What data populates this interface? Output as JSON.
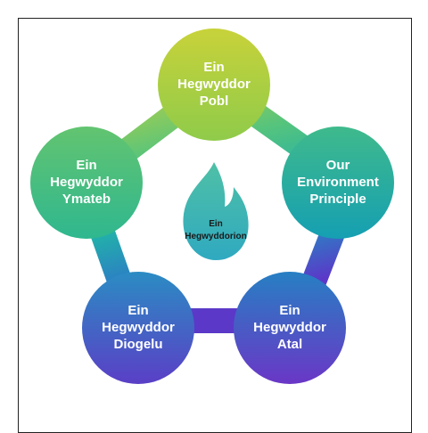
{
  "center": {
    "lines": [
      "Ein",
      "Hegwyddorion"
    ]
  },
  "nodes": [
    {
      "id": "top",
      "lines": [
        "Ein",
        "Hegwyddor",
        "Pobl"
      ]
    },
    {
      "id": "right",
      "lines": [
        "Our",
        "Environment",
        "Principle"
      ]
    },
    {
      "id": "bottom-right",
      "lines": [
        "Ein",
        "Hegwyddor",
        "Atal"
      ]
    },
    {
      "id": "bottom-left",
      "lines": [
        "Ein",
        "Hegwyddor",
        "Diogelu"
      ]
    },
    {
      "id": "left",
      "lines": [
        "Ein",
        "Hegwyddor",
        "Ymateb"
      ]
    }
  ],
  "colors": {
    "ring_gradient": [
      "#c5cf3a",
      "#5fc87a",
      "#2bb3a8",
      "#2a8fc2",
      "#5a3fc6"
    ],
    "top": "#b4cf3e",
    "left": "#4cc07e",
    "right": "#22b2a8",
    "bottom_left": "#4767c9",
    "bottom_right": "#4a4fcb",
    "flame": "#3fb5b5"
  }
}
